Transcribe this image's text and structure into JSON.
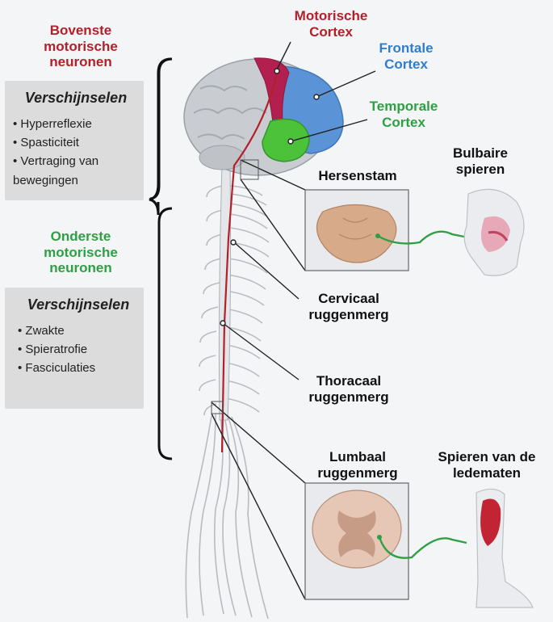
{
  "upper": {
    "title": "Bovenste motorische neuronen",
    "heading": "Verschijnselen",
    "items": [
      "Hyperreflexie",
      "Spasticiteit",
      "Vertraging van bewegingen"
    ]
  },
  "lower": {
    "title": "Onderste motorische neuronen",
    "heading": "Verschijnselen",
    "items": [
      "Zwakte",
      "Spieratrofie",
      "Fasciculaties"
    ]
  },
  "labels": {
    "motor_cortex": "Motorische Cortex",
    "frontal_cortex": "Frontale Cortex",
    "temporal_cortex": "Temporale Cortex",
    "brainstem": "Hersenstam",
    "bulbar_muscles": "Bulbaire spieren",
    "cervical": "Cervicaal ruggenmerg",
    "thoracic": "Thoracaal ruggenmerg",
    "lumbar": "Lumbaal ruggenmerg",
    "limb_muscles": "Spieren van de ledematen"
  },
  "colors": {
    "upper_red": "#b3202a",
    "motor_cortex": "#b3204f",
    "frontal_blue": "#5b94d6",
    "temporal_green": "#4cc23a",
    "nerve_green": "#2ea043",
    "panel_gray": "#dcdcdc"
  }
}
